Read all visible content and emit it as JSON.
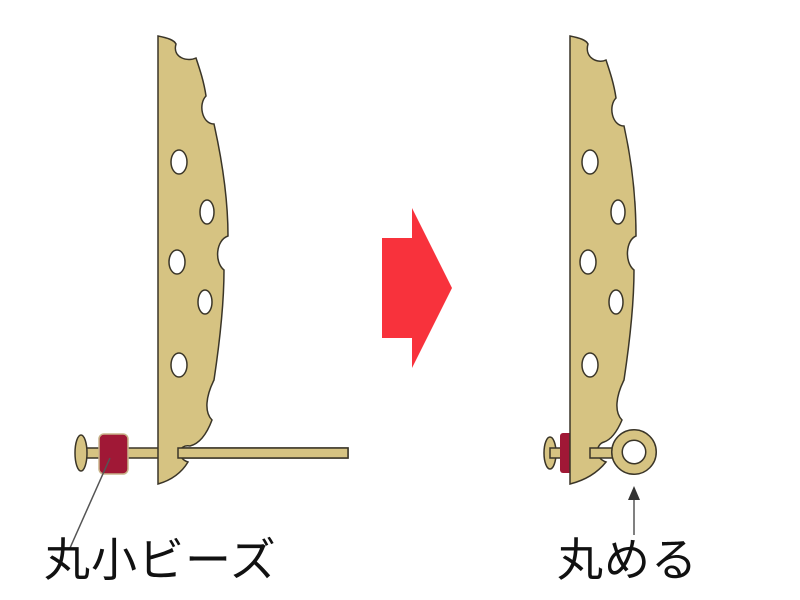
{
  "diagram": {
    "type": "earring-assembly-steps",
    "steps": [
      {
        "id": "before",
        "label": "丸小ビーズ",
        "label_target": "small-round-bead"
      },
      {
        "id": "after",
        "label": "丸める",
        "label_target": "rounded-loop"
      }
    ],
    "colors": {
      "metal": "#d6c382",
      "outline": "#3a3528",
      "bead": "#a01836",
      "arrow": "#f8323c",
      "leader": "#555555",
      "background": "#ffffff"
    }
  }
}
